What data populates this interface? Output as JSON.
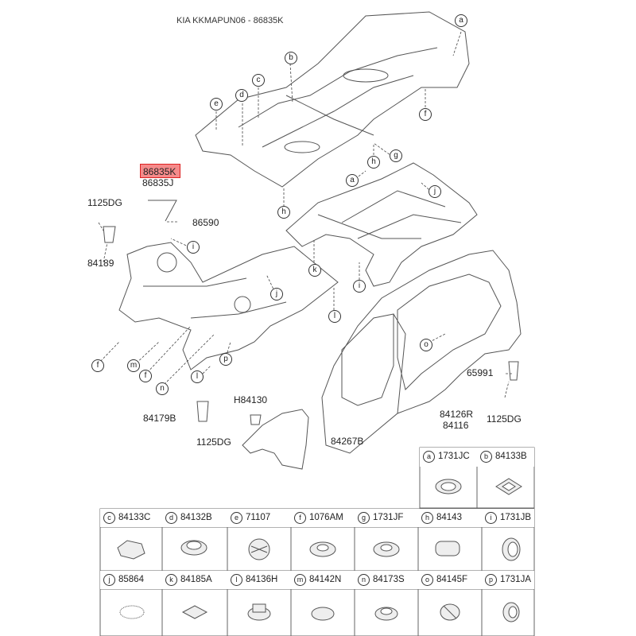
{
  "title": "KIA KKMAPUN06 - 86835K",
  "highlight": {
    "code": "86835K"
  },
  "labels": {
    "p_86835j": "86835J",
    "p_1125dg_a": "1125DG",
    "p_86590": "86590",
    "p_84189": "84189",
    "p_65991": "65991",
    "p_1125dg_b": "1125DG",
    "p_84126r": "84126R",
    "p_84116": "84116",
    "p_84267b": "84267B",
    "p_h84130": "H84130",
    "p_84179b": "84179B",
    "p_1125dg_c": "1125DG"
  },
  "callouts": [
    "a",
    "b",
    "c",
    "d",
    "e",
    "f",
    "g",
    "h",
    "i",
    "j",
    "k",
    "l",
    "m",
    "n",
    "o",
    "p"
  ],
  "legend_row1": [
    {
      "letter": "a",
      "code": "1731JC"
    },
    {
      "letter": "b",
      "code": "84133B"
    }
  ],
  "legend_row2": [
    {
      "letter": "c",
      "code": "84133C"
    },
    {
      "letter": "d",
      "code": "84132B"
    },
    {
      "letter": "e",
      "code": "71107"
    },
    {
      "letter": "f",
      "code": "1076AM"
    },
    {
      "letter": "g",
      "code": "1731JF"
    },
    {
      "letter": "h",
      "code": "84143"
    },
    {
      "letter": "i",
      "code": "1731JB"
    }
  ],
  "legend_row3": [
    {
      "letter": "j",
      "code": "85864"
    },
    {
      "letter": "k",
      "code": "84185A"
    },
    {
      "letter": "l",
      "code": "84136H"
    },
    {
      "letter": "m",
      "code": "84142N"
    },
    {
      "letter": "n",
      "code": "84173S"
    },
    {
      "letter": "o",
      "code": "84145F"
    },
    {
      "letter": "p",
      "code": "1731JA"
    }
  ]
}
